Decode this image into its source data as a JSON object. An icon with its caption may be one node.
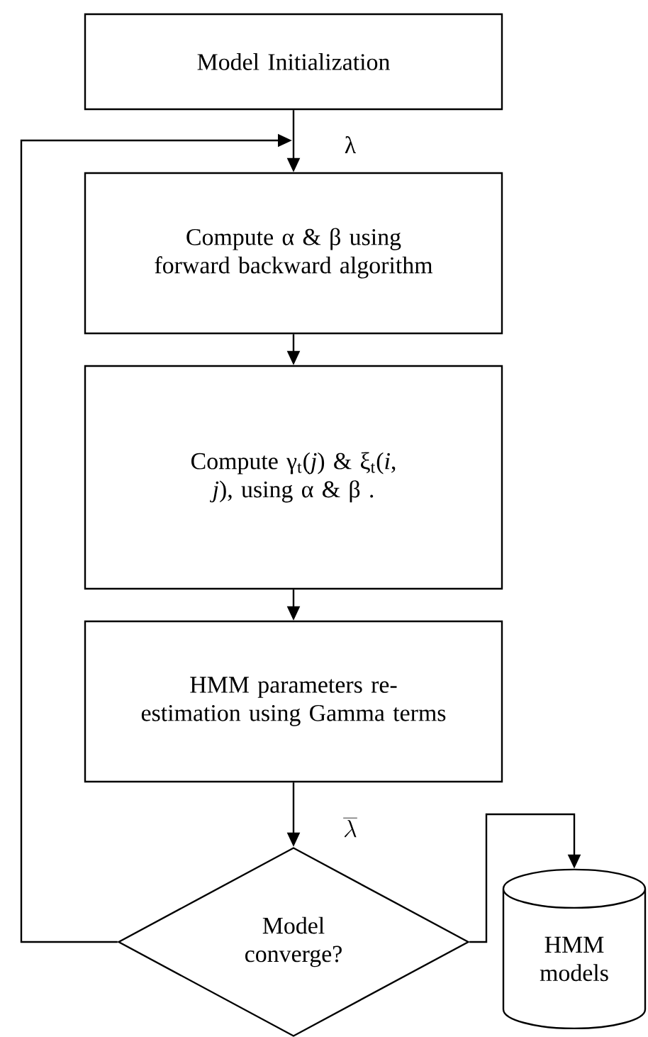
{
  "diagram": {
    "nodes": [
      {
        "text": [
          "Model Initialization"
        ]
      },
      {
        "text": [
          "Compute α & β using forward backward algorithm"
        ]
      },
      {
        "text": [
          "Compute γ$_{t}$(*j*) & ξ$_{t}$(*i*, *j*), using α & β ."
        ]
      },
      {
        "text": [
          "HMM parameters re-estimation using Gamma terms"
        ]
      },
      {
        "text": [
          "Model converge?"
        ]
      },
      {
        "text": [
          "HMM models"
        ]
      }
    ],
    "edges": [
      {
        "from": 0,
        "to": 1,
        "arrow": "to",
        "label": "λ"
      },
      {
        "from": 1,
        "to": 2,
        "arrow": "to"
      },
      {
        "from": 2,
        "to": 3,
        "arrow": "to"
      },
      {
        "from": 3,
        "to": 4,
        "arrow": "to",
        "label": "\\overline{\\lambda}"
      },
      {
        "from": 4,
        "to": 1,
        "arrow": "to"
      },
      {
        "from": 4,
        "to": 5,
        "arrow": "to"
      }
    ]
  }
}
